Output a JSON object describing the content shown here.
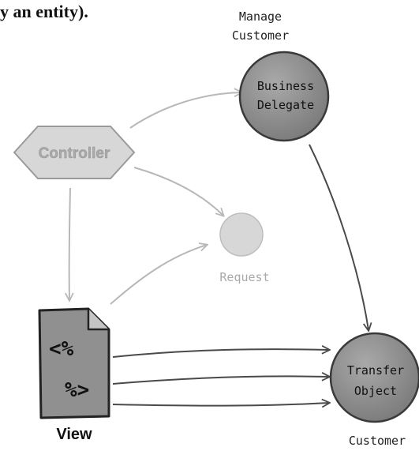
{
  "header_fragment": "y an entity).",
  "nodes": {
    "business_delegate": {
      "caption_top_line1": "Manage",
      "caption_top_line2": "Customer",
      "line1": "Business",
      "line2": "Delegate"
    },
    "controller": {
      "label": "Controller"
    },
    "request": {
      "label": "Request"
    },
    "view": {
      "code_line1": "<%",
      "code_line2": "%>",
      "label": "View"
    },
    "transfer_object": {
      "line1": "Transfer",
      "line2": "Object",
      "caption_bottom": "Customer"
    }
  },
  "colors": {
    "circle_fill": "#8f8f8f",
    "circle_stroke": "#3a3a3a",
    "faded_fill": "#d7d7d7",
    "faded_text": "#a9a9a9",
    "arrow_dark": "#4a4a4a",
    "arrow_faded": "#b8b8b8"
  }
}
